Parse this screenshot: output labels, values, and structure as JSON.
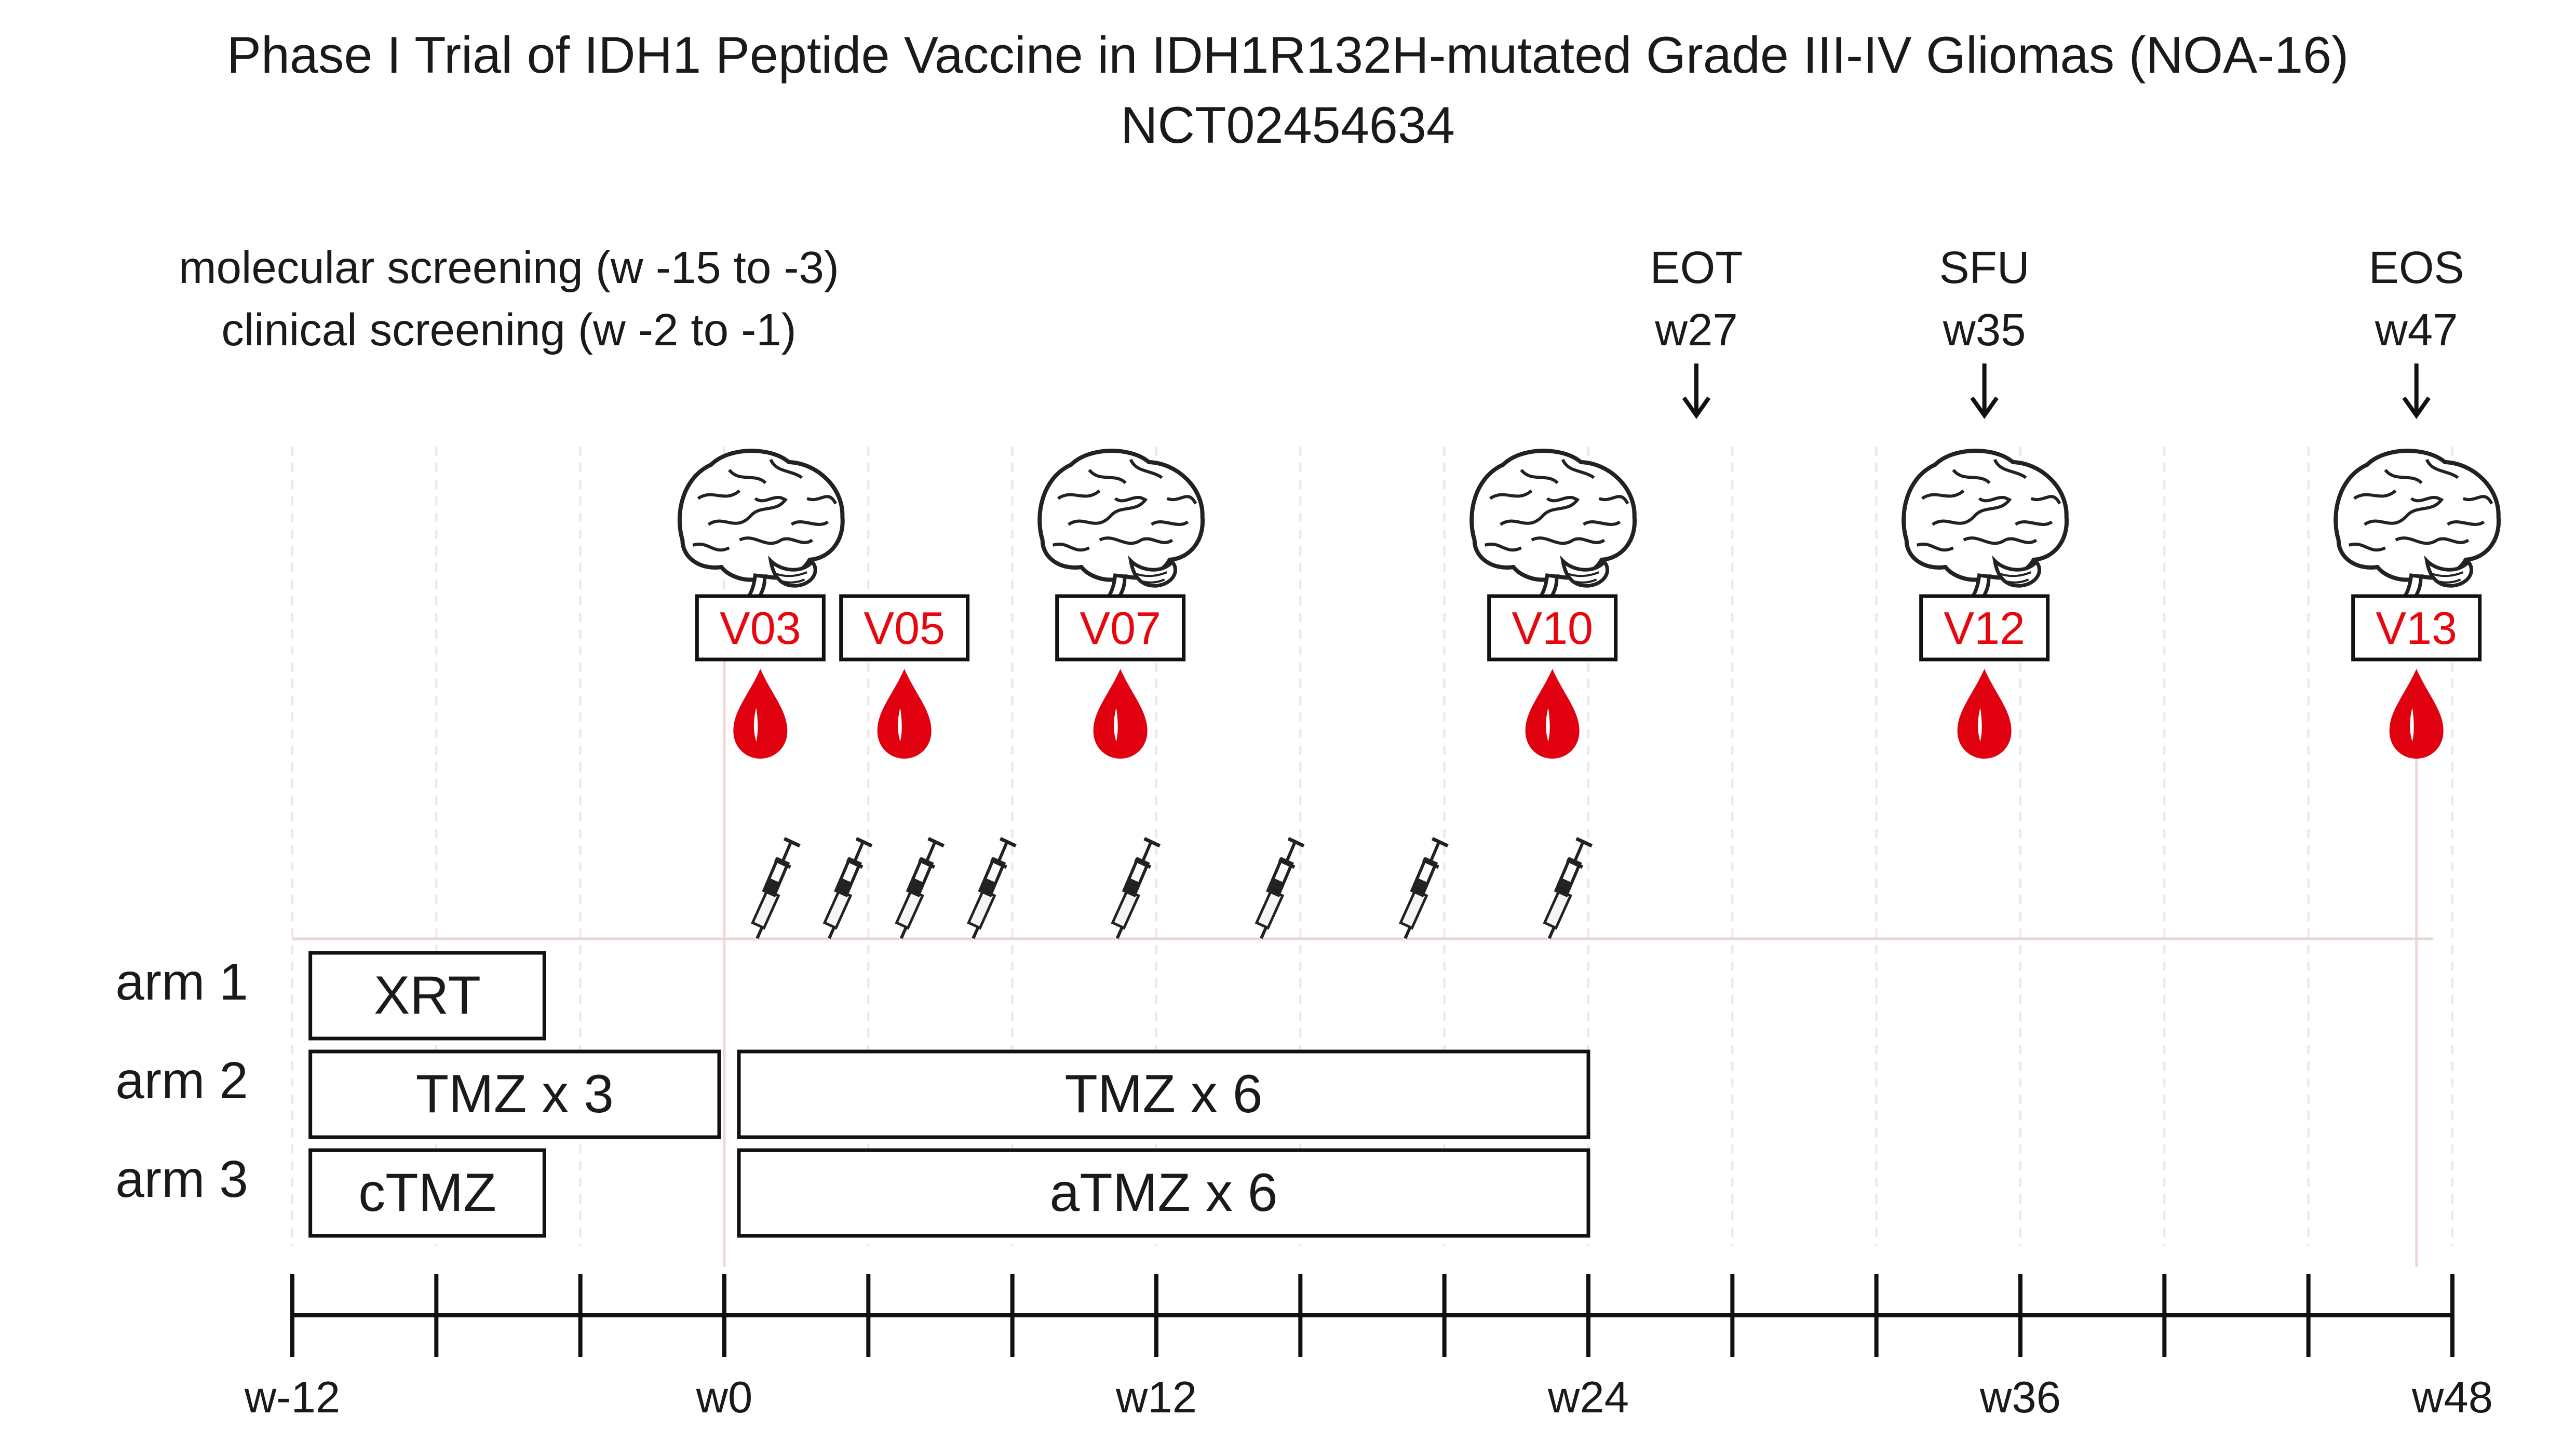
{
  "title": {
    "line1": "Phase I Trial of IDH1 Peptide Vaccine in IDH1R132H-mutated Grade III-IV Gliomas (NOA-16)",
    "line2": "NCT02454634"
  },
  "screening": {
    "molecular": "molecular screening (w -15 to -3)",
    "clinical": "clinical screening (w -2 to -1)"
  },
  "milestones": [
    {
      "label": "EOT",
      "week_label": "w27",
      "week": 27
    },
    {
      "label": "SFU",
      "week_label": "w35",
      "week": 35
    },
    {
      "label": "EOS",
      "week_label": "w47",
      "week": 47
    }
  ],
  "visits": [
    {
      "label": "V03",
      "week": 1,
      "mri": true
    },
    {
      "label": "V05",
      "week": 5,
      "mri": false
    },
    {
      "label": "V07",
      "week": 11,
      "mri": true
    },
    {
      "label": "V10",
      "week": 23,
      "mri": true
    },
    {
      "label": "V12",
      "week": 35,
      "mri": true
    },
    {
      "label": "V13",
      "week": 47,
      "mri": true
    }
  ],
  "vaccinations_weeks": [
    1,
    3,
    5,
    7,
    11,
    15,
    19,
    23
  ],
  "arms": [
    {
      "label": "arm 1",
      "treatments": [
        {
          "label": "XRT",
          "start": -11,
          "end": -5
        }
      ]
    },
    {
      "label": "arm 2",
      "treatments": [
        {
          "label": "TMZ x 3",
          "start": -11,
          "end": 0
        },
        {
          "label": "TMZ x 6",
          "start": 0,
          "end": 24
        }
      ]
    },
    {
      "label": "arm 3",
      "treatments": [
        {
          "label": "cTMZ",
          "start": -11,
          "end": -5
        },
        {
          "label": "aTMZ x 6",
          "start": 0,
          "end": 24
        }
      ]
    }
  ],
  "axis": {
    "min": -12,
    "max": 48,
    "tick_step": 4,
    "labels": [
      {
        "week": -12,
        "text": "w-12"
      },
      {
        "week": 0,
        "text": "w0"
      },
      {
        "week": 12,
        "text": "w12"
      },
      {
        "week": 24,
        "text": "w24"
      },
      {
        "week": 36,
        "text": "w36"
      },
      {
        "week": 48,
        "text": "w48"
      }
    ]
  },
  "colors": {
    "visit": "#e8070e",
    "blood": "#e00010",
    "text": "#1a1a1a",
    "gridline": "#efd8d8"
  }
}
